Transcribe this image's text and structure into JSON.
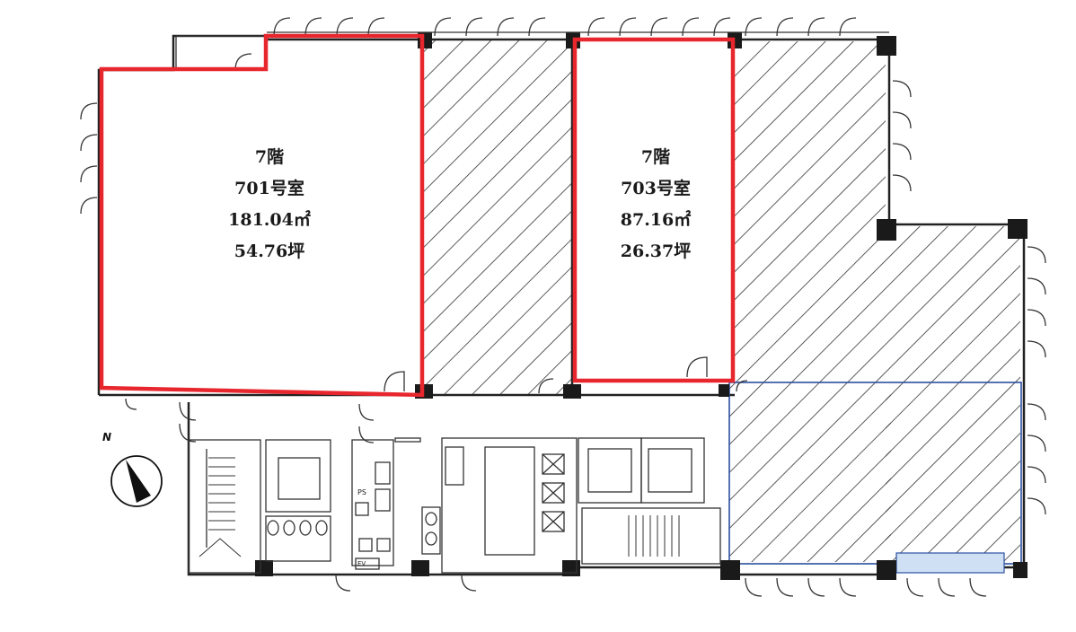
{
  "rooms": {
    "r701": {
      "floor": "7階",
      "number": "701号室",
      "area_sqm": "181.04㎡",
      "area_tsubo": "54.76坪"
    },
    "r703": {
      "floor": "7階",
      "number": "703号室",
      "area_sqm": "87.16㎡",
      "area_tsubo": "26.37坪"
    }
  },
  "compass": {
    "north_label": "N"
  },
  "core": {
    "ps_label": "PS",
    "small_label": "EV"
  },
  "colors": {
    "highlight": "#e8262d",
    "wall": "#222222",
    "hatch": "#333333",
    "blue_outline": "#2b4fa0",
    "fixture_blue": "#cfe0f5"
  }
}
